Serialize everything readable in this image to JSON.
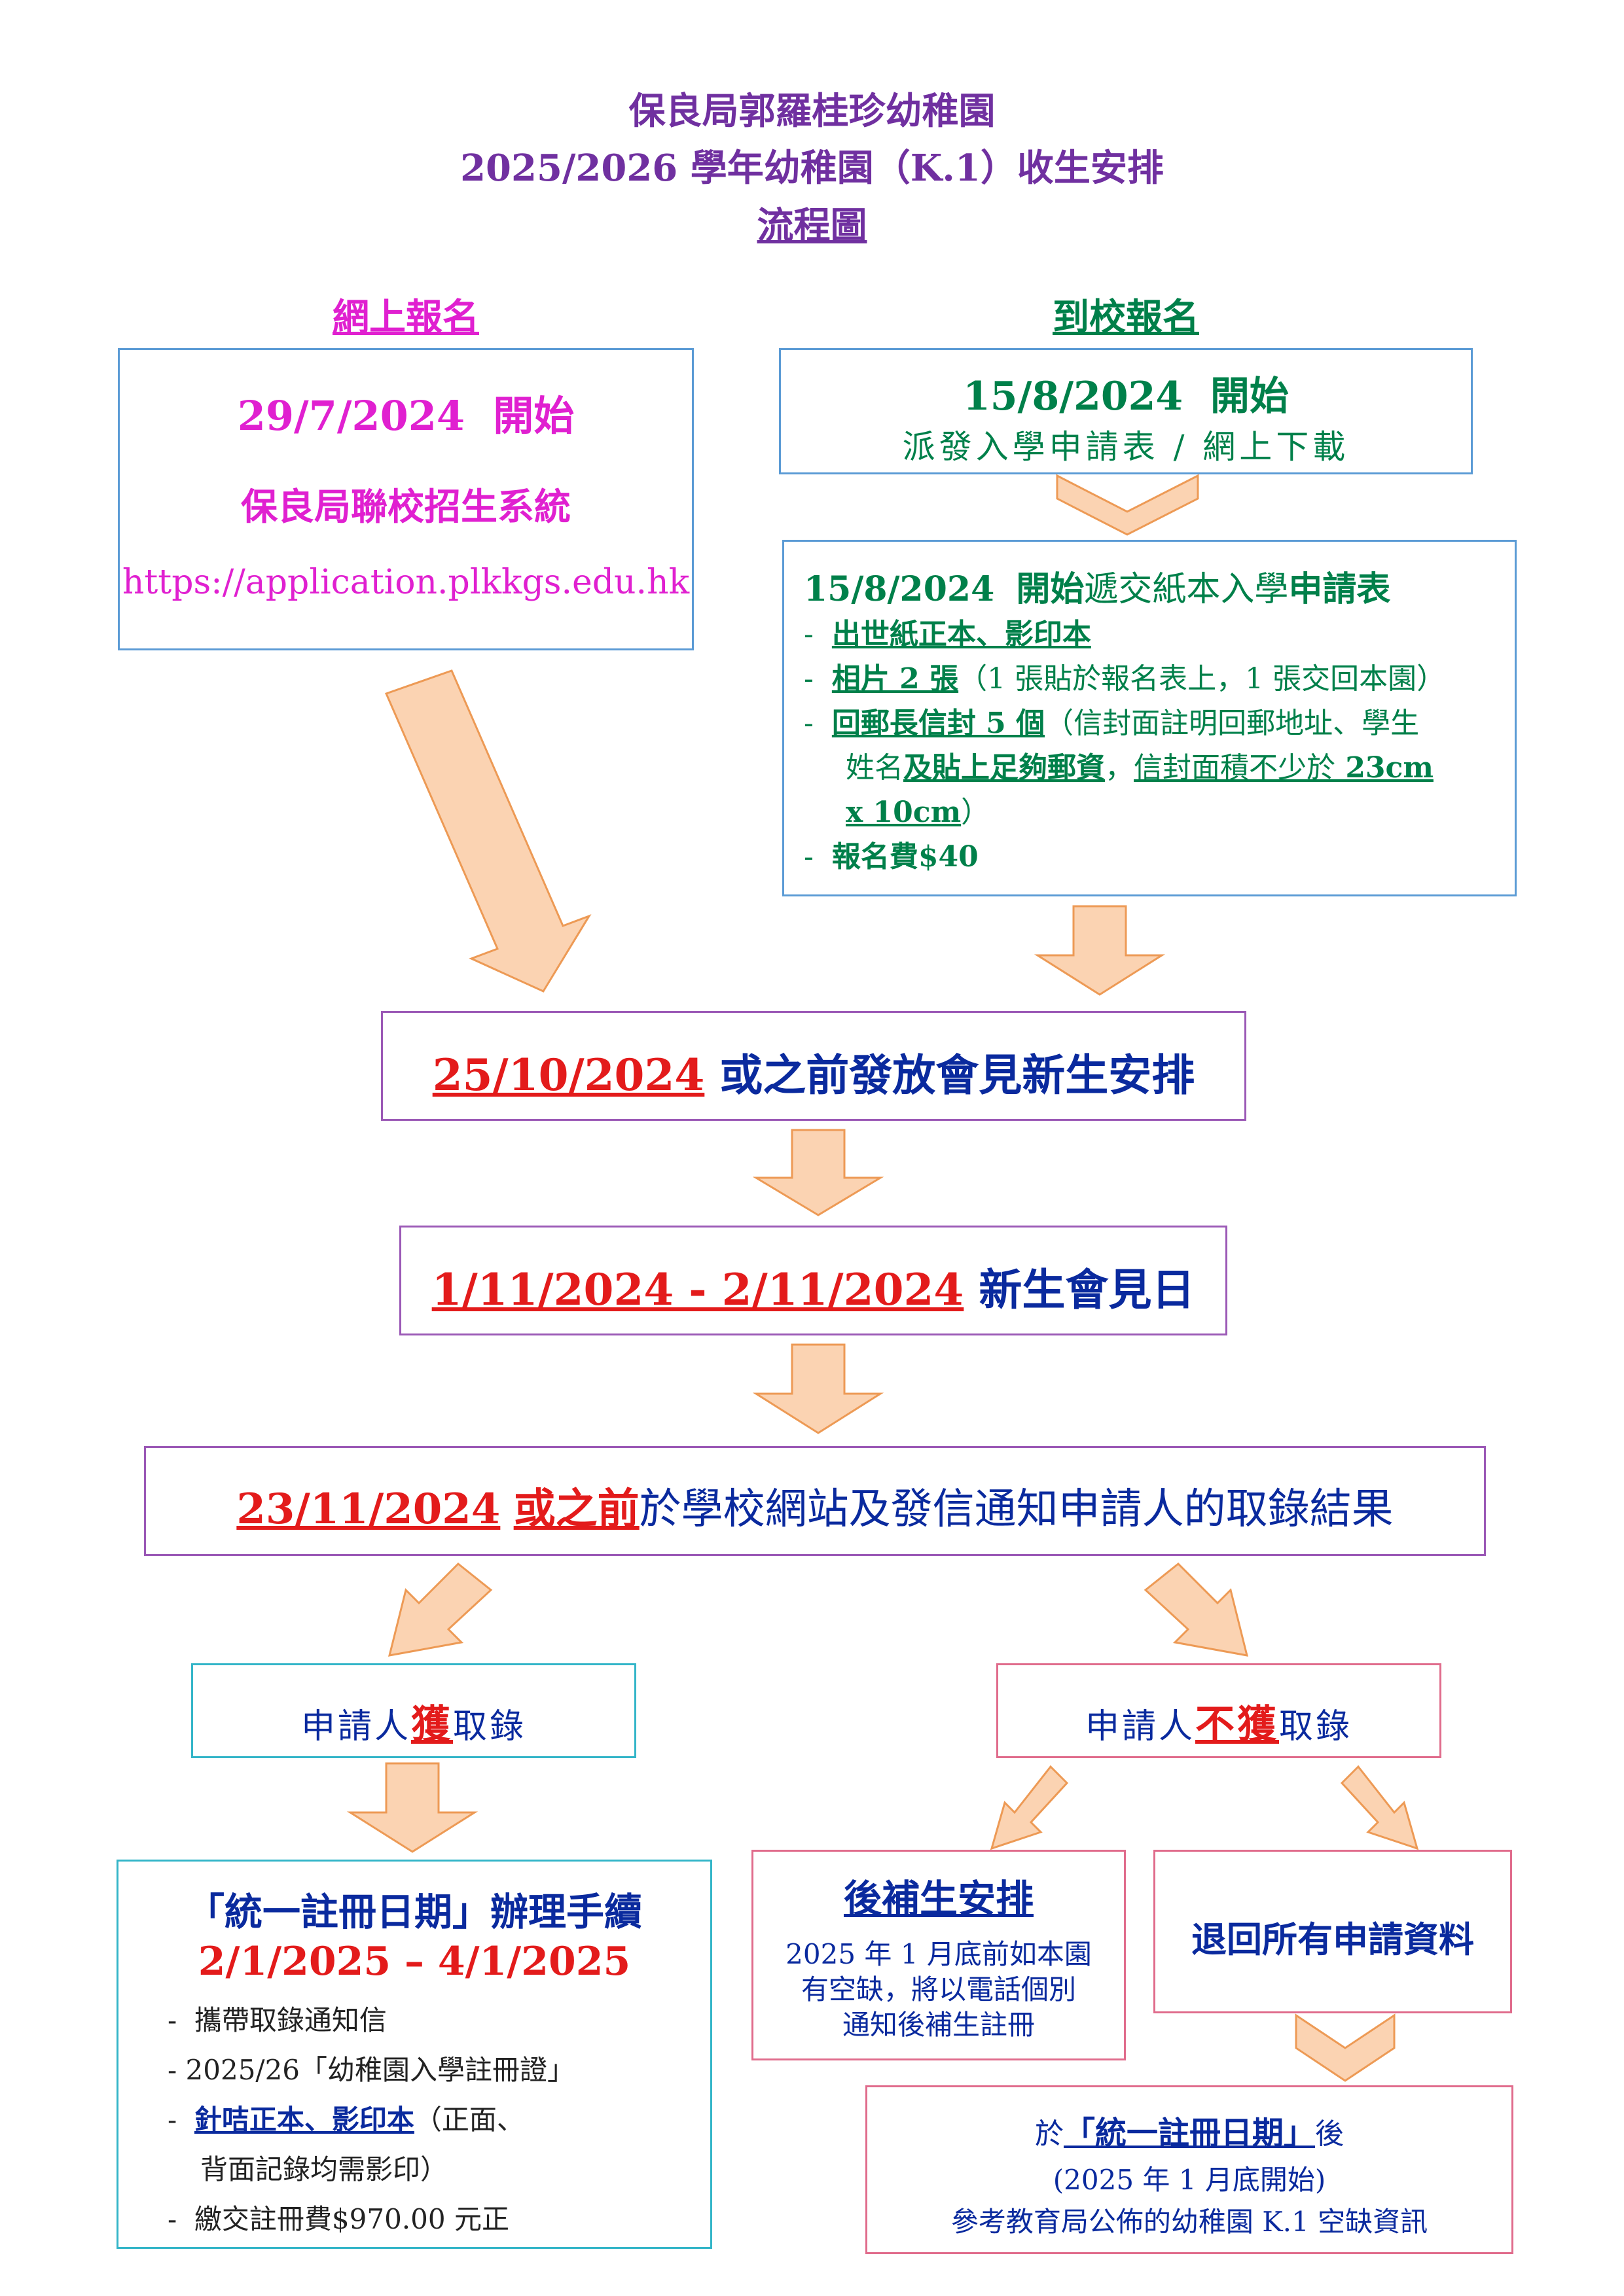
{
  "header": {
    "line1": "保良局郭羅桂珍幼稚園",
    "line2": "2025/2026 學年幼稚園（K.1）收生安排",
    "line3": "流程圖"
  },
  "online": {
    "heading": "網上報名",
    "date": "29/7/2024",
    "start": "開始",
    "system": "保良局聯校招生系統",
    "url": "https://application.plkkgs.edu.hk"
  },
  "inperson": {
    "heading": "到校報名",
    "date": "15/8/2024",
    "start": "開始",
    "sub": "派發入學申請表 / 網上下載"
  },
  "submit": {
    "date": "15/8/2024",
    "start": "開始",
    "mid": "遞交紙本入學",
    "end": "申請表",
    "items": [
      {
        "bold": "出世紙正本、影印本",
        "rest": ""
      },
      {
        "bold": "相片 2 張",
        "rest": "（1 張貼於報名表上，1 張交回本園）"
      },
      {
        "bold": "回郵長信封 5 個",
        "rest": "（信封面註明回郵地址、學生"
      },
      {
        "plain1": "姓名",
        "bold2": "及貼上足夠郵資",
        "sep": "，",
        "u3": "信封面積不少於",
        "bold3": " 23cm"
      },
      {
        "bold": "x 10cm",
        "rest": "）"
      },
      {
        "bold": "報名費$40",
        "rest": ""
      }
    ]
  },
  "step_interview_notice": {
    "date": "25/10/2024",
    "text": "或之前發放會見新生安排"
  },
  "step_interview_day": {
    "date": "1/11/2024 - 2/11/2024",
    "text": "新生會見日"
  },
  "step_result": {
    "date": "23/11/2024",
    "before": "或之前",
    "text": "於學校網站及發信通知申請人的取錄結果"
  },
  "admitted": {
    "pre": "申請人",
    "key": "獲",
    "post": "取錄"
  },
  "not_admitted": {
    "pre": "申請人",
    "key": "不獲",
    "post": "取錄"
  },
  "registration": {
    "title": "「統一註冊日期」辦理手續",
    "dates": "2/1/2025 – 4/1/2025",
    "items": [
      "攜帶取錄通知信",
      "2025/26「幼稚園入學註冊證」",
      "針咭正本、影印本",
      "背面記錄均需影印）",
      "繳交註冊費$970.00 元正"
    ],
    "item3_rest": "（正面、"
  },
  "waitlist": {
    "title": "後補生安排",
    "lines": [
      "2025 年 1 月底前如本園",
      "有空缺，將以電話個別",
      "通知後補生註冊"
    ]
  },
  "return_docs": {
    "text": "退回所有申請資料"
  },
  "after_reg": {
    "pre": "於",
    "key": "「統一註冊日期」",
    "post": "後",
    "line2": "(2025 年 1 月底開始)",
    "line3": "參考教育局公佈的幼稚園 K.1 空缺資訊"
  },
  "colors": {
    "arrow_fill": "#fbd3b2",
    "arrow_stroke": "#ed9a55",
    "purple": "#7030a0",
    "magenta": "#e020d0",
    "green": "#00804a",
    "navy": "#0a2a9e",
    "red": "#e31b1b"
  }
}
